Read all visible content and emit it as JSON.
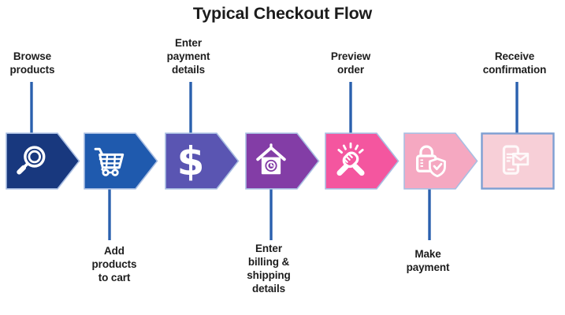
{
  "title": "Typical Checkout Flow",
  "colors": {
    "connector": "#2A60AE",
    "shape_border": "#A9BEE2",
    "rect_border": "#7E9FD2",
    "label_text": "#1D1D1D",
    "icon_stroke": "#FFFFFF"
  },
  "steps": [
    {
      "name": "browse-products",
      "label": "Browse\nproducts",
      "label_position": "above",
      "color": "#18387E",
      "icon": "magnifier-icon",
      "shape": "arrow"
    },
    {
      "name": "add-products-to-cart",
      "label": "Add\nproducts\nto cart",
      "label_position": "below",
      "color": "#1F5AAE",
      "icon": "shopping-cart-icon",
      "shape": "arrow"
    },
    {
      "name": "enter-payment-details",
      "label": "Enter\npayment\ndetails",
      "label_position": "above",
      "color": "#5A55B2",
      "icon": "dollar-icon",
      "icon_glyph": "$",
      "shape": "arrow"
    },
    {
      "name": "enter-billing-shipping-details",
      "label": "Enter\nbilling &\nshipping\ndetails",
      "label_position": "below",
      "color": "#833DA6",
      "icon": "house-icon",
      "shape": "arrow"
    },
    {
      "name": "preview-order",
      "label": "Preview\norder",
      "label_position": "above",
      "color": "#F4569F",
      "icon": "handshake-icon",
      "shape": "arrow"
    },
    {
      "name": "make-payment",
      "label": "Make\npayment",
      "label_position": "below",
      "color": "#F5A8C1",
      "icon": "lock-shield-icon",
      "shape": "arrow"
    },
    {
      "name": "receive-confirmation",
      "label": "Receive\nconfirmation",
      "label_position": "above",
      "color": "#F7CFD7",
      "icon": "phone-mail-icon",
      "shape": "rectangle"
    }
  ]
}
